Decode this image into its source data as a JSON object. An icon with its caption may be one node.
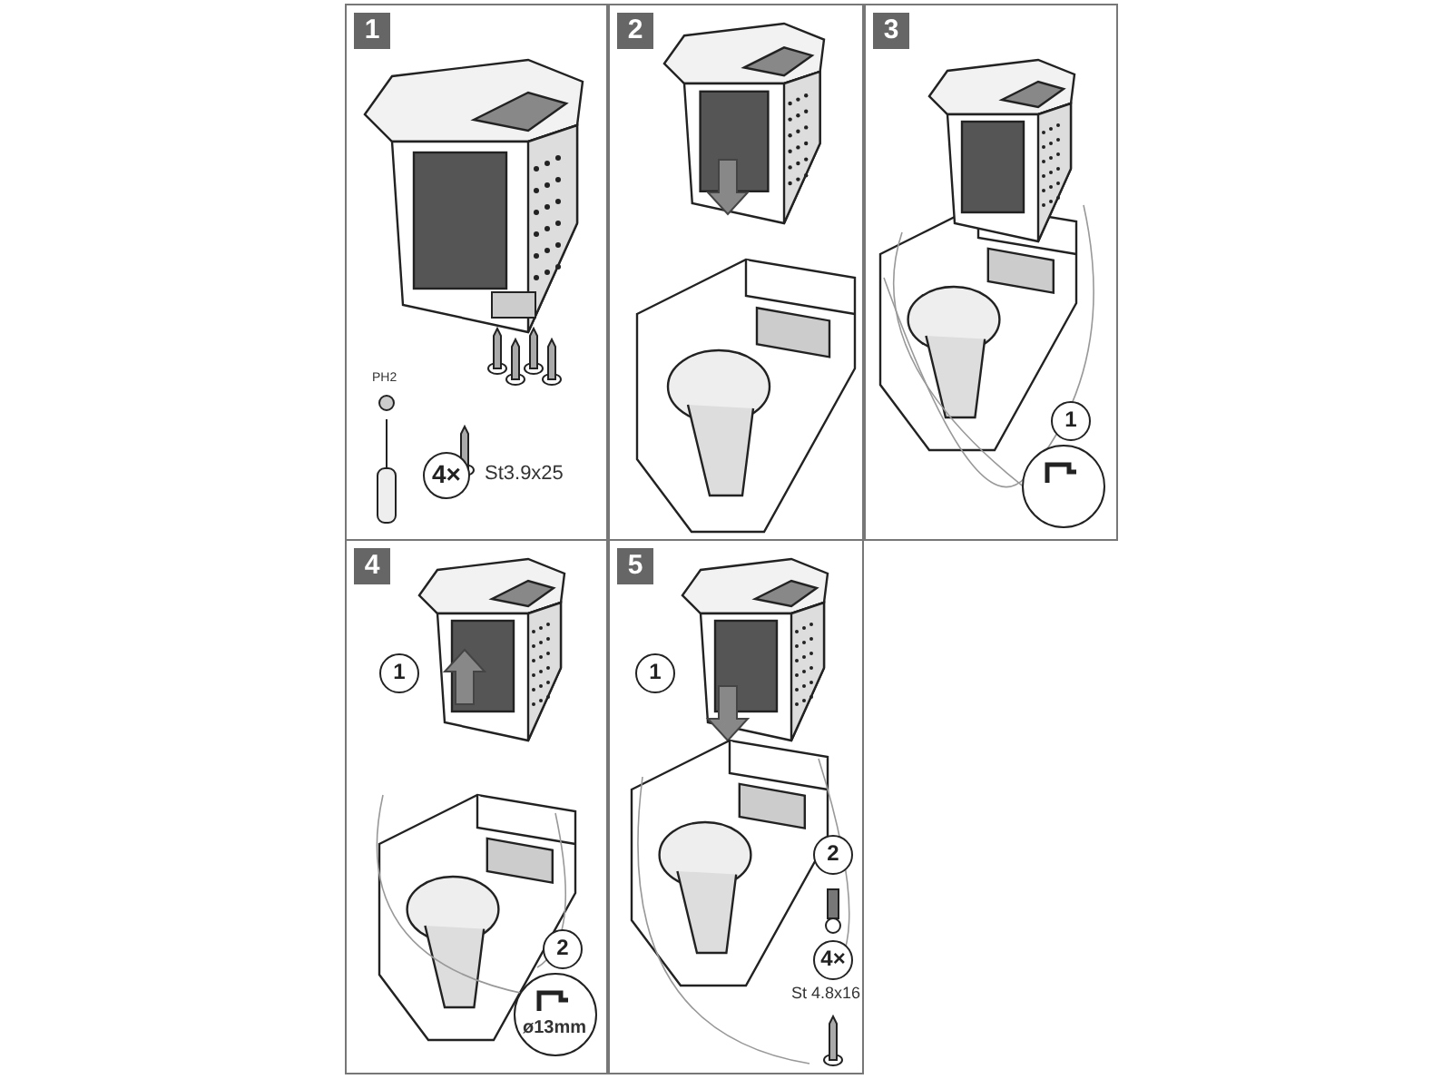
{
  "diagram": {
    "nodes": [
      {
        "text": [
          "1"
        ]
      },
      {
        "text": [
          "4×"
        ],
        "in": 0,
        "beside": [
          "St3.9x25"
        ]
      },
      {
        "text": [
          "2"
        ]
      },
      {
        "text": [
          "3"
        ]
      },
      {
        "text": [
          "1"
        ],
        "in": 3
      },
      {
        "text": [
          "4"
        ]
      },
      {
        "text": [
          "1"
        ],
        "in": 5
      },
      {
        "text": [
          "2",
          "ø13mm"
        ],
        "in": 5
      },
      {
        "text": [
          "5"
        ]
      },
      {
        "text": [
          "1"
        ],
        "in": 8
      },
      {
        "text": [
          "2"
        ],
        "in": 8
      },
      {
        "text": [
          "4×"
        ],
        "in": 8,
        "beside": [
          "St 4.8x16"
        ]
      }
    ],
    "labels": [
      "PH2"
    ]
  }
}
